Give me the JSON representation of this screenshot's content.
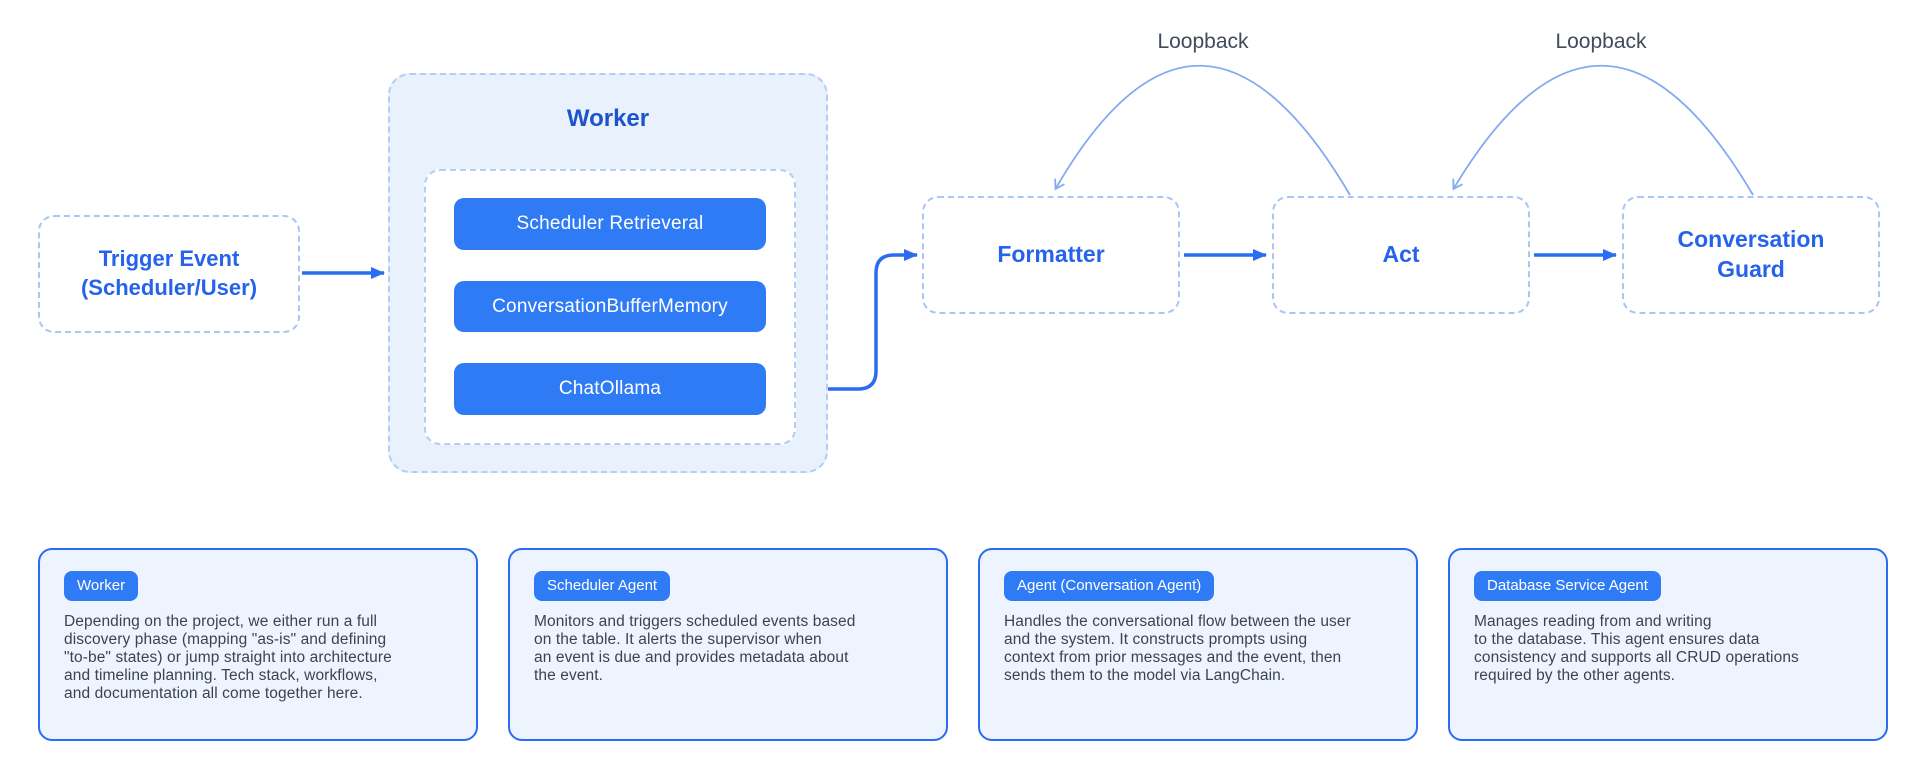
{
  "colors": {
    "accent_blue": "#2f7bf5",
    "arrow_blue": "#2b6cf0",
    "node_label_blue": "#2563eb",
    "worker_title_blue": "#1d54cc",
    "dashed_border": "#a9c6f4",
    "worker_container_fill": "#e9f1fc",
    "card_fill": "#edf4fd",
    "card_border": "#2b6cf0",
    "loopback_arc": "#84aaf2",
    "loopback_text": "#414b59",
    "body_text": "#3d434d"
  },
  "diagram": {
    "trigger": {
      "label": [
        "Trigger Event",
        "(Scheduler/User)"
      ]
    },
    "worker": {
      "title": "Worker",
      "modules": [
        "Scheduler Retrieveral",
        "ConversationBufferMemory",
        "ChatOllama"
      ]
    },
    "formatter": {
      "label": "Formatter"
    },
    "act": {
      "label": "Act"
    },
    "guard": {
      "label": [
        "Conversation",
        "Guard"
      ]
    },
    "loopbacks": [
      {
        "label": "Loopback"
      },
      {
        "label": "Loopback"
      }
    ]
  },
  "cards": [
    {
      "badge": "Worker",
      "body": [
        "Depending on the project, we either run a full",
        "discovery phase (mapping \"as-is\" and defining",
        "\"to-be\" states) or jump straight into architecture",
        "and timeline planning. Tech stack, workflows,",
        "and documentation all come together here."
      ]
    },
    {
      "badge": "Scheduler Agent",
      "body": [
        "Monitors and triggers scheduled events based",
        "on the table. It alerts the supervisor when",
        "an event is due and provides metadata about",
        "the event."
      ]
    },
    {
      "badge": "Agent (Conversation Agent)",
      "body": [
        "Handles the conversational flow between the user",
        "and the system. It constructs prompts using",
        "context from prior messages and the event, then",
        "sends them to the model via LangChain."
      ]
    },
    {
      "badge": "Database Service Agent",
      "body": [
        "Manages reading from and writing",
        "to the database. This agent ensures data",
        "consistency and supports all CRUD operations",
        "required by the other agents."
      ]
    }
  ]
}
